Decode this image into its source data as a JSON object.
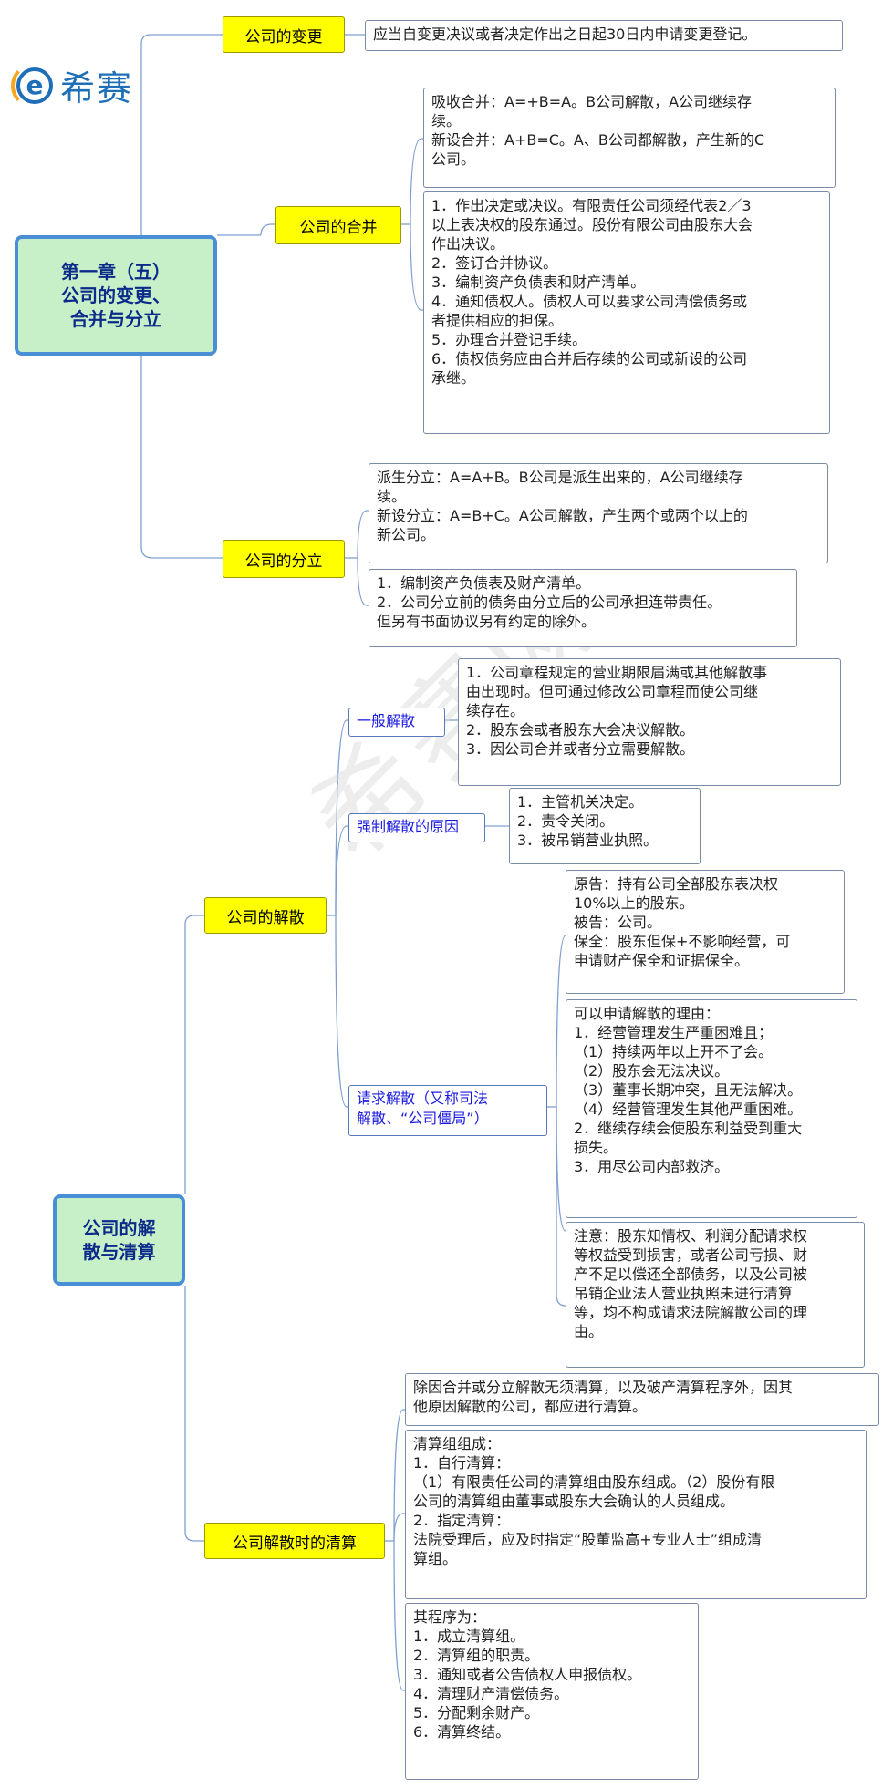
{
  "brand": {
    "mark": "e",
    "name": "希赛"
  },
  "watermark": "希赛网",
  "roots": {
    "r1": "第一章（五）\n公司的变更、\n合并与分立",
    "r2": "公司的解\n散与清算"
  },
  "topics": {
    "change": "公司的变更",
    "merge": "公司的合并",
    "split": "公司的分立",
    "dissolve": "公司的解散",
    "liquidate": "公司解散时的清算"
  },
  "subs": {
    "general": "一般解散",
    "forced": "强制解散的原因",
    "request": "请求解散（又称司法\n解散、“公司僵局”）"
  },
  "notes": {
    "change1": "应当自变更决议或者决定作出之日起30日内申请变更登记。",
    "merge1": "吸收合并：A=+B=A。B公司解散，A公司继续存\n续。\n新设合并：A+B=C。A、B公司都解散，产生新的C\n公司。",
    "merge2": "1．作出决定或决议。有限责任公司须经代表2／3\n以上表决权的股东通过。股份有限公司由股东大会\n作出决议。\n2．签订合并协议。\n3．编制资产负债表和财产清单。\n4．通知债权人。债权人可以要求公司清偿债务或\n者提供相应的担保。\n5．办理合并登记手续。\n6．债权债务应由合并后存续的公司或新设的公司\n承继。",
    "split1": "派生分立：A=A+B。B公司是派生出来的，A公司继续存\n续。\n新设分立：A=B+C。A公司解散，产生两个或两个以上的\n新公司。",
    "split2": "1．编制资产负债表及财产清单。\n2．公司分立前的债务由分立后的公司承担连带责任。\n但另有书面协议另有约定的除外。",
    "general1": "1．公司章程规定的营业期限届满或其他解散事\n由出现时。但可通过修改公司章程而使公司继\n续存在。\n2．股东会或者股东大会决议解散。\n3．因公司合并或者分立需要解散。",
    "forced1": "1．主管机关决定。\n2．责令关闭。\n3．被吊销营业执照。",
    "request1": "原告：持有公司全部股东表决权\n10%以上的股东。\n被告：公司。\n保全：股东但保+不影响经营，可\n申请财产保全和证据保全。",
    "request2": "可以申请解散的理由：\n1．经营管理发生严重困难且；\n（1）持续两年以上开不了会。\n（2）股东会无法决议。\n（3）董事长期冲突，且无法解决。\n（4）经营管理发生其他严重困难。\n2．继续存续会使股东利益受到重大\n损失。\n3．用尽公司内部救济。",
    "request3": "注意：股东知情权、利润分配请求权\n等权益受到损害，或者公司亏损、财\n产不足以偿还全部债务，以及公司被\n吊销企业法人营业执照未进行清算\n等，均不构成请求法院解散公司的理\n由。",
    "liq1": "除因合并或分立解散无须清算，以及破产清算程序外，因其\n他原因解散的公司，都应进行清算。",
    "liq2": "清算组组成：\n 1．自行清算：\n（1）有限责任公司的清算组由股东组成。（2）股份有限\n公司的清算组由董事或股东大会确认的人员组成。\n 2．指定清算：\n 法院受理后，应及时指定“股董监高+专业人士”组成清\n算组。",
    "liq3": "其程序为：\n1．成立清算组。\n2．清算组的职责。\n3．通知或者公告债权人申报债权。\n4．清理财产清偿债务。\n5．分配剩余财产。\n6．清算终结。"
  }
}
